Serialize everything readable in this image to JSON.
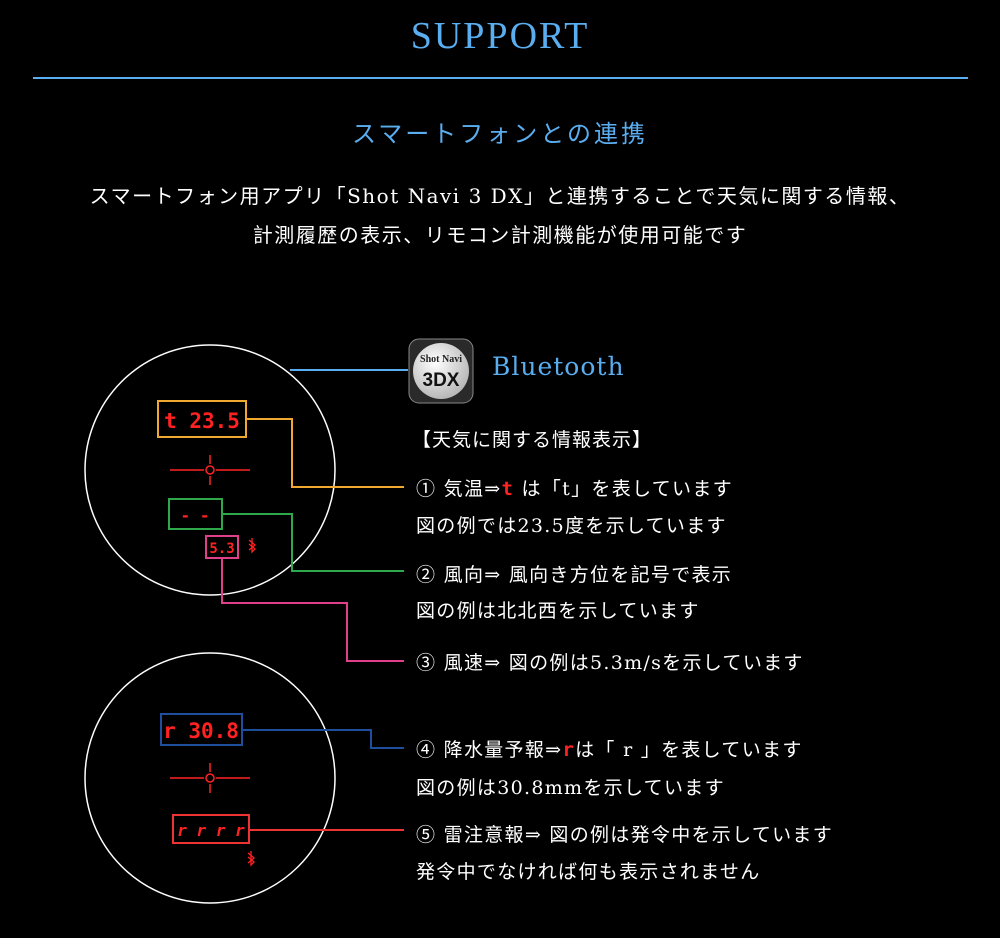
{
  "header": {
    "title": "SUPPORT"
  },
  "section": {
    "subtitle": "スマートフォンとの連携",
    "intro_line1": "スマートフォン用アプリ「Shot Navi 3 DX」と連携することで天気に関する情報、",
    "intro_line2": "計測履歴の表示、リモコン計測機能が使用可能です"
  },
  "app_icon": {
    "line1": "Shot Navi",
    "line2": "3DX",
    "icon": "shotnavi-3dx-app-icon"
  },
  "bluetooth_label": "Bluetooth",
  "weather_heading": "【天気に関する情報表示】",
  "items": [
    {
      "prefix": "① 気温⇒",
      "glyph": "t",
      "suffix": " は「t」を表しています",
      "line2": "図の例では23.5度を示しています"
    },
    {
      "line1": "② 風向⇒ 風向き方位を記号で表示",
      "line2": "図の例は北北西を示しています"
    },
    {
      "line1": "③ 風速⇒ 図の例は5.3m/sを示しています"
    },
    {
      "prefix": "④ 降水量予報⇒",
      "glyph": "r",
      "suffix": "は「 r 」を表しています",
      "line2": "図の例は30.8mmを示しています"
    },
    {
      "line1": "⑤ 雷注意報⇒ 図の例は発令中を示しています",
      "line2": "発令中でなければ何も表示されません"
    }
  ],
  "display": {
    "temp_readout": "t 23.5",
    "wind_dir_readout": "- -",
    "wind_speed_readout": "5.3",
    "rain_readout": "r 30.8",
    "thunder_readout": "r r r r"
  },
  "colors": {
    "accent_blue": "#5aaef0",
    "led_red": "#ff2222",
    "temp_box": "#f0a830",
    "wind_dir_box": "#2ea84a",
    "wind_speed_box": "#e0408a",
    "rain_box": "#1e4e9c",
    "thunder_box": "#ee3333"
  }
}
